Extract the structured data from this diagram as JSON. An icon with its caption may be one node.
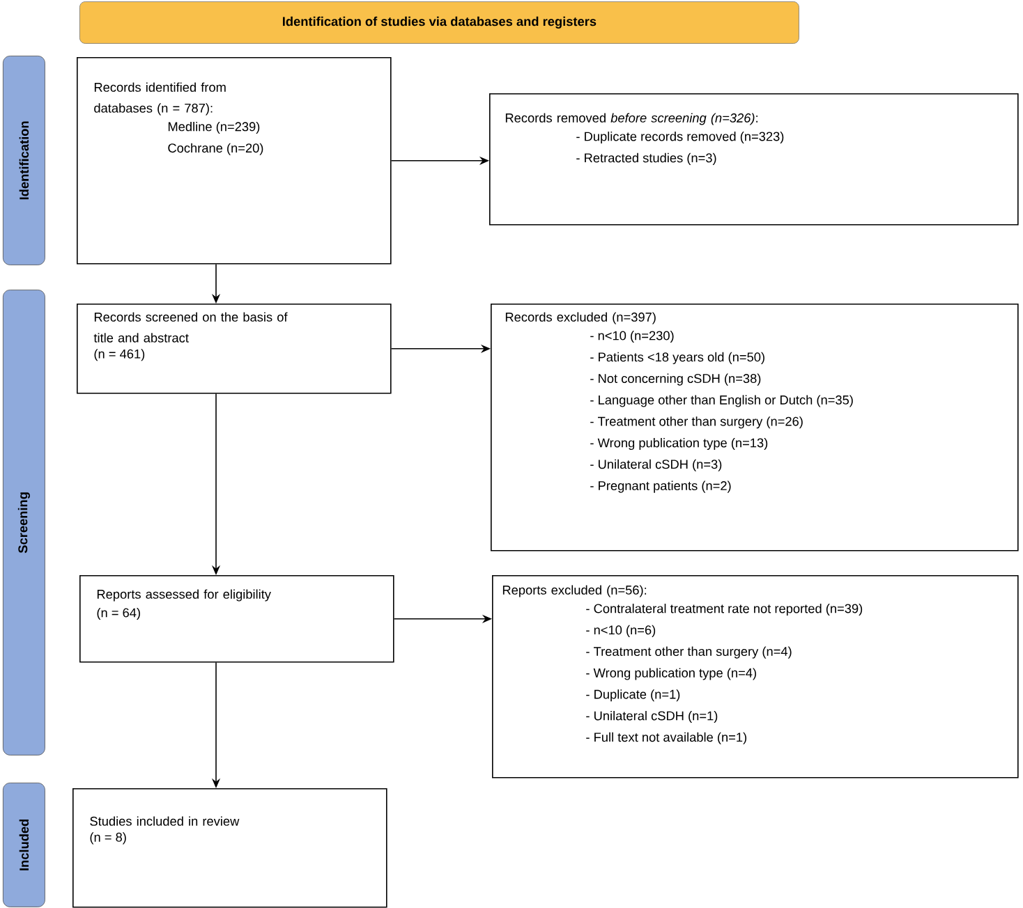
{
  "diagram": {
    "nodes": [
      {
        "text": [
          "Identification of studies via databases and registers"
        ]
      },
      {
        "text": [
          "Identification"
        ]
      },
      {
        "text": [
          "Records identified from databases (n = 787):",
          "Medline (n=239)",
          "Cochrane (n=20)"
        ]
      },
      {
        "text": [
          "Records removed *before screening (n=326)*:",
          "- Duplicate records removed (n=323)",
          "- Retracted studies (n=3)"
        ]
      },
      {
        "text": [
          "Screening"
        ]
      },
      {
        "text": [
          "Records screened on the basis of title and abstract",
          "(n = 461)"
        ]
      },
      {
        "text": [
          "Records excluded (n=397)",
          "- n<10 (n=230)",
          "- Patients <18 years old (n=50)",
          "- Not concerning cSDH (n=38)",
          "- Language other than English or Dutch (n=35)",
          "- Treatment other than surgery (n=26)",
          "- Wrong publication type (n=13)",
          "- Unilateral cSDH (n=3)",
          "- Pregnant patients (n=2)"
        ]
      },
      {
        "text": [
          "Reports assessed for eligibility",
          "(n = 64)"
        ]
      },
      {
        "text": [
          "Reports excluded (n=56):",
          "- Contralateral treatment rate not reported (n=39)",
          "- n<10 (n=6)",
          "- Treatment other than surgery (n=4)",
          "- Wrong publication type (n=4)",
          "- Duplicate (n=1)",
          "- Unilateral cSDH (n=1)",
          "- Full text not available (n=1)"
        ]
      },
      {
        "text": [
          "Included"
        ]
      },
      {
        "text": [
          "Studies included in review",
          "(n = 8)"
        ]
      }
    ],
    "edges": [
      {
        "from": 2,
        "to": 3,
        "arrow": "to"
      },
      {
        "from": 2,
        "to": 5,
        "arrow": "to"
      },
      {
        "from": 5,
        "to": 6,
        "arrow": "to"
      },
      {
        "from": 5,
        "to": 7,
        "arrow": "to"
      },
      {
        "from": 7,
        "to": 8,
        "arrow": "to"
      },
      {
        "from": 7,
        "to": 10,
        "arrow": "to"
      }
    ]
  }
}
